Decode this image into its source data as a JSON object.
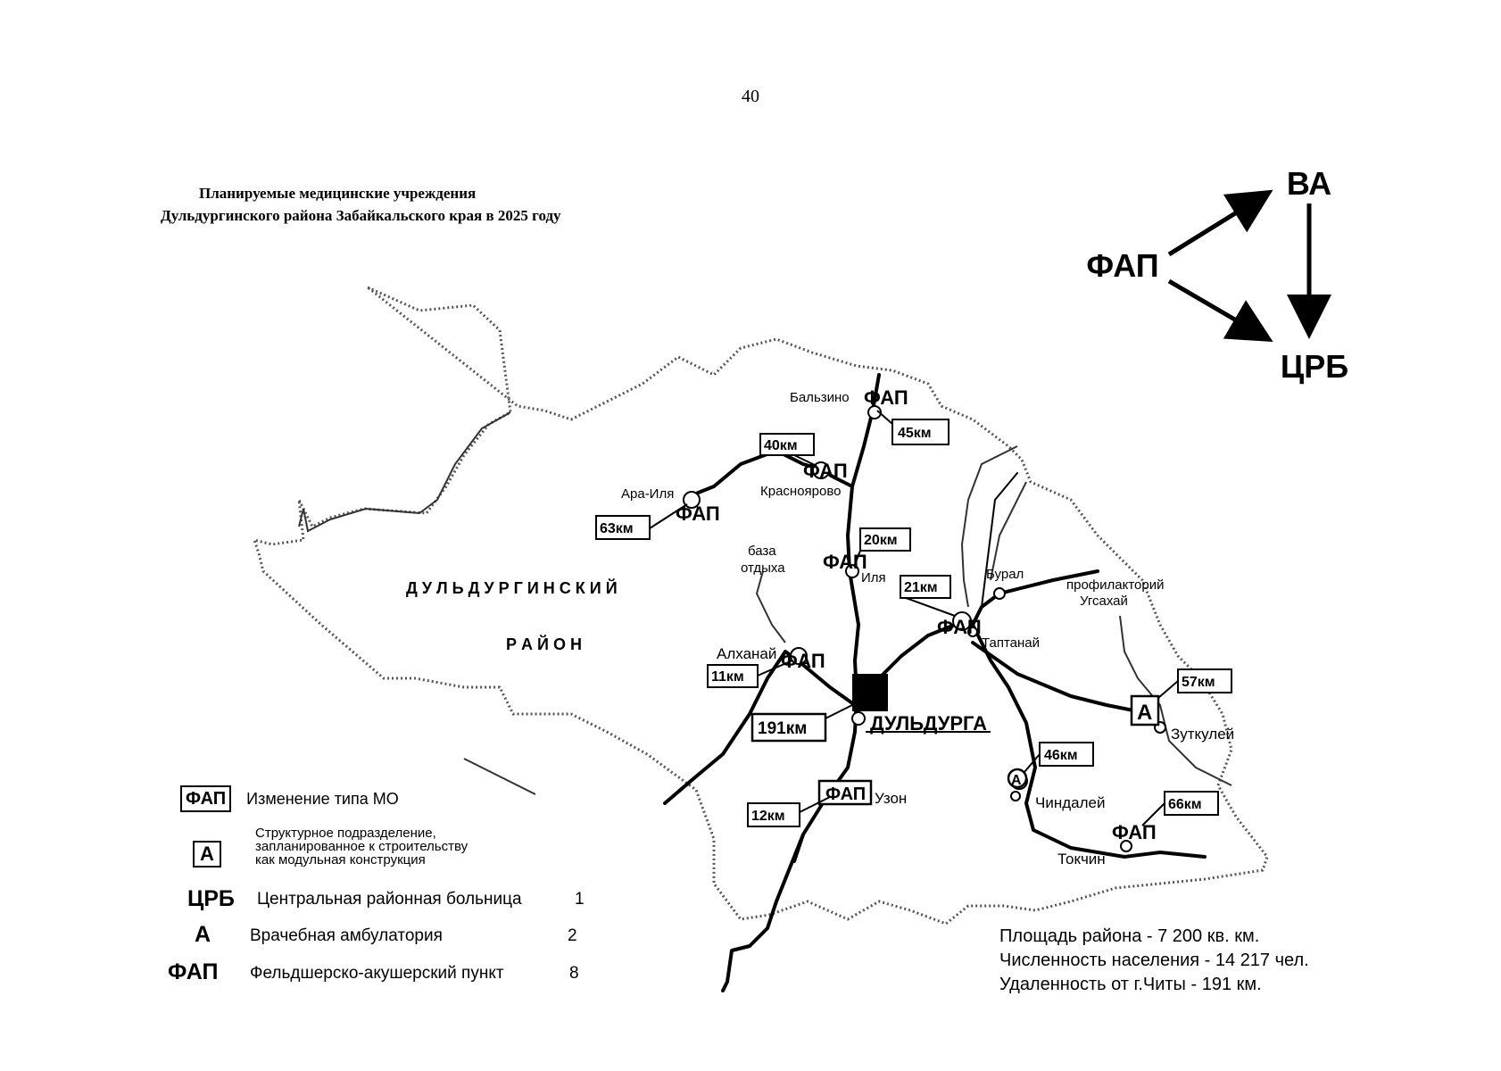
{
  "page": {
    "number": "40"
  },
  "title": {
    "line1": "Планируемые медицинские учреждения",
    "line2": "Дульдургинского района Забайкальского края в 2025 году"
  },
  "schema": {
    "fap": "ФАП",
    "va": "ВА",
    "crb": "ЦРБ"
  },
  "map": {
    "region_word1": "Д У Л Ь Д У Р Г И Н С К И Й",
    "region_word2": "Р А Й О Н",
    "center": "ДУЛЬДУРГА",
    "settlements": {
      "balzino": "Бальзино",
      "krasnoyarovo": "Красноярово",
      "ara_ilya": "Ара-Иля",
      "baza_line1": "база",
      "baza_line2": "отдыха",
      "ilya": "Иля",
      "buryal": "Бурал",
      "profilaktoriy": "профилакторий",
      "ugsahay": "Угсахай",
      "taptanay": "Таптанай",
      "alkhanay": "Алханай",
      "zutkuley": "Зуткулей",
      "chindaley": "Чиндалей",
      "uzon": "Узон",
      "tokchin": "Токчин"
    },
    "distances": {
      "balzino": "45км",
      "krasnoyarovo": "40км",
      "ara_ilya": "63км",
      "ilya": "20км",
      "taptanay": "21км",
      "alkhanay": "11км",
      "chita": "191км",
      "zutkuley": "57км",
      "chindaley": "46км",
      "uzon": "12км",
      "tokchin": "66км"
    },
    "facility_fap": "ФАП",
    "facility_a": "А"
  },
  "legend": {
    "change_sym": "ФАП",
    "change_text": "Изменение типа МО",
    "modular_sym": "А",
    "modular_line1": "Структурное подразделение,",
    "modular_line2": "запланированное к строительству",
    "modular_line3": "как модульная конструкция",
    "crb_sym": "ЦРБ",
    "crb_text": "Центральная районная больница",
    "crb_count": "1",
    "a_sym": "А",
    "a_text": "Врачебная амбулатория",
    "a_count": "2",
    "fap_sym": "ФАП",
    "fap_text": "Фельдшерско-акушерский пункт",
    "fap_count": "8"
  },
  "stats": {
    "area": "Площадь района - 7 200 кв. км.",
    "population": "Численность населения - 14 217 чел.",
    "distance": "Удаленность от г.Читы - 191 км."
  }
}
